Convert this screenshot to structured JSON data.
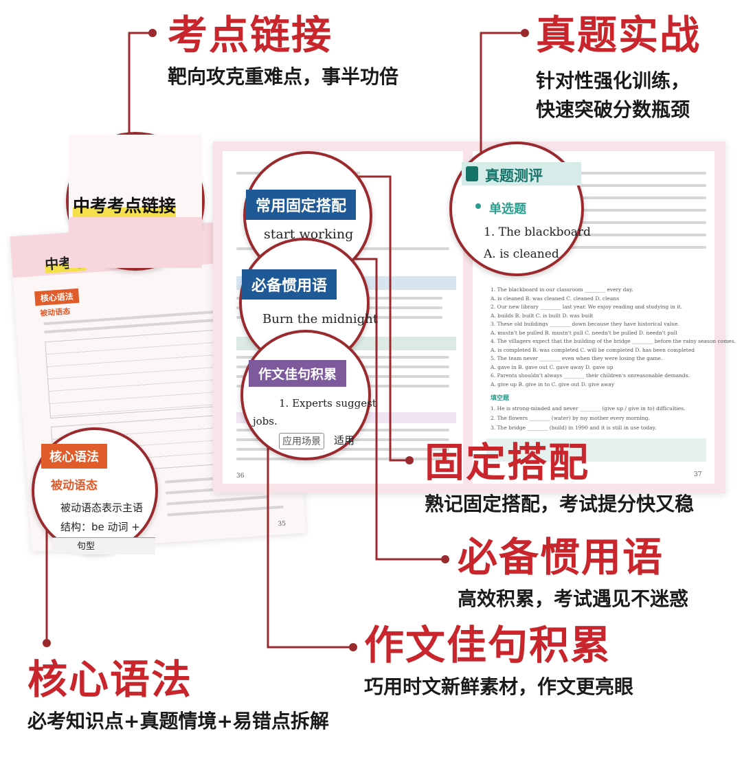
{
  "features": {
    "kaodian": {
      "title": "考点链接",
      "sub": "靶向攻克重难点，事半功倍"
    },
    "zhenti": {
      "title": "真题实战",
      "sub1": "针对性强化训练，",
      "sub2": "快速突破分数瓶颈"
    },
    "guding": {
      "title": "固定搭配",
      "sub": "熟记固定搭配，考试提分快又稳"
    },
    "bibei": {
      "title": "必备惯用语",
      "sub": "高效积累，考试遇见不迷惑"
    },
    "zuowen": {
      "title": "作文佳句积累",
      "sub": "巧用时文新鲜素材，作文更亮眼"
    },
    "hexin": {
      "title": "核心语法",
      "sub": "必考知识点+真题情境+易错点拆解"
    }
  },
  "lenses": {
    "kaodian_lens": {
      "label": "中考考点链接"
    },
    "guding_lens": {
      "label": "常用固定搭配",
      "text": "start working"
    },
    "bibei_lens": {
      "label": "必备惯用语",
      "text": "Burn the midnight"
    },
    "zuowen_lens": {
      "label": "作文佳句积累",
      "text": "1. Experts suggest",
      "text2": "jobs.",
      "scene": "应用场景",
      "scene2": "适用"
    },
    "zhenti_lens": {
      "label": "真题测评",
      "sub": "单选题",
      "q": "1. The blackboard",
      "a": "A. is cleaned"
    },
    "hexin_lens": {
      "label": "核心语法",
      "sub": "被动语态",
      "l1": "被动语态表示主语",
      "l2": "结构：be 动词 +",
      "th": "句型"
    }
  },
  "book": {
    "left_page_title": "中考考",
    "left_section": "核心语法",
    "left_sub": "被动语态",
    "page_left_num": "36",
    "page_right_num": "37",
    "page_small_num": "35",
    "choices": [
      "1. The blackboard in our classroom ________ every day.",
      "A. is cleaned      B. was cleaned      C. cleaned      D. cleans",
      "2. Our new library ________ last year. We enjoy reading and studying in it.",
      "A. builds      B. built      C. is built      D. was built",
      "3. These old buildings ________ down because they have historical value.",
      "A. mustn't be pulled   B. mustn't pull   C. needn't be pulled   D. needn't pull",
      "4. The villagers expect that the building of the bridge ________ before the rainy season comes.",
      "A. is completed   B. was completed   C. will be completed   D. has been completed",
      "5. The team never ________ even when they were losing the game.",
      "A. gave in      B. gave out      C. gave away      D. gave up",
      "6. Parents shouldn't always ________ their children's unreasonable demands.",
      "A. give up      B. give in to      C. give out      D. give away"
    ],
    "fill_title": "填空题",
    "fill": [
      "1. He is strong-minded and never ________ (give up / give in to) difficulties.",
      "2. The flowers ________ (water) by my mother every morning.",
      "3. The bridge ________ (build) in 1990 and it is still in use today."
    ]
  },
  "colors": {
    "accent": "#c8262c",
    "blue": "#1f5a96",
    "purple": "#7c5a9c",
    "orange": "#e05c2a",
    "teal": "#2a9d8f"
  }
}
